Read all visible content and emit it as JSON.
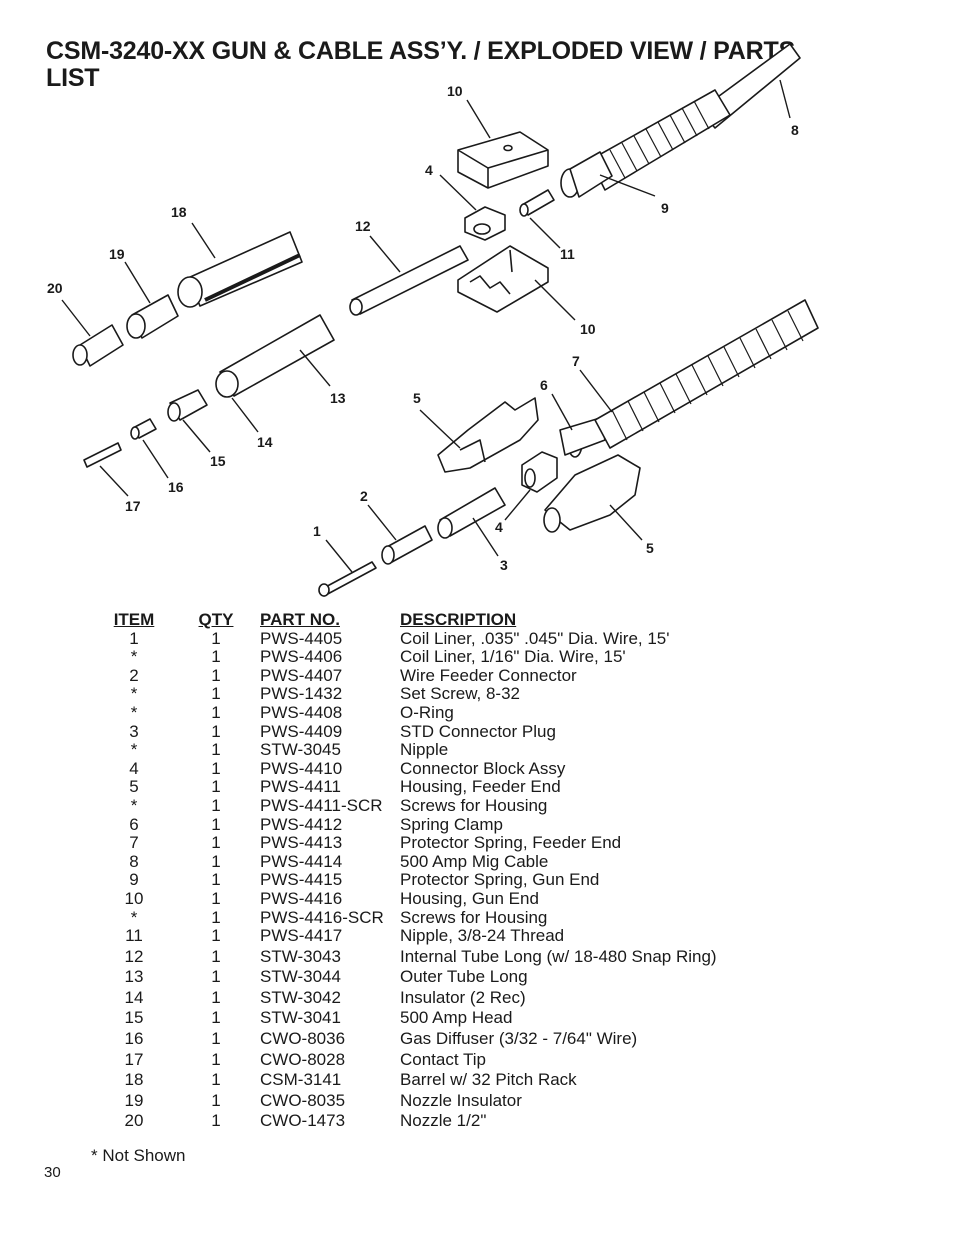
{
  "title": "CSM-3240-XX GUN & CABLE ASS’Y. / EXPLODED VIEW / PARTS LIST",
  "diagram_callouts": {
    "c1": "1",
    "c2": "2",
    "c3": "3",
    "c4a": "4",
    "c4b": "4",
    "c5a": "5",
    "c5b": "5",
    "c6": "6",
    "c7": "7",
    "c8": "8",
    "c9": "9",
    "c10a": "10",
    "c10b": "10",
    "c11": "11",
    "c12": "12",
    "c13": "13",
    "c14": "14",
    "c15": "15",
    "c16": "16",
    "c17": "17",
    "c18": "18",
    "c19": "19",
    "c20": "20"
  },
  "parts_table": {
    "headers": {
      "item": "ITEM",
      "qty": "QTY",
      "part": "PART NO.",
      "desc": "DESCRIPTION"
    },
    "rows": [
      {
        "item": "1",
        "qty": "1",
        "part": "PWS-4405",
        "desc": "Coil Liner, .035\" .045\" Dia. Wire, 15'"
      },
      {
        "item": "*",
        "qty": "1",
        "part": "PWS-4406",
        "desc": "Coil Liner, 1/16\" Dia. Wire, 15'"
      },
      {
        "item": "2",
        "qty": "1",
        "part": "PWS-4407",
        "desc": "Wire Feeder Connector"
      },
      {
        "item": "*",
        "qty": "1",
        "part": "PWS-1432",
        "desc": "Set Screw, 8-32"
      },
      {
        "item": "*",
        "qty": "1",
        "part": "PWS-4408",
        "desc": "O-Ring"
      },
      {
        "item": "3",
        "qty": "1",
        "part": "PWS-4409",
        "desc": "STD Connector Plug"
      },
      {
        "item": "*",
        "qty": "1",
        "part": "STW-3045",
        "desc": "Nipple"
      },
      {
        "item": "4",
        "qty": "1",
        "part": "PWS-4410",
        "desc": "Connector Block Assy"
      },
      {
        "item": "5",
        "qty": "1",
        "part": "PWS-4411",
        "desc": "Housing, Feeder End"
      },
      {
        "item": "*",
        "qty": "1",
        "part": "PWS-4411-SCR",
        "desc": "Screws for Housing"
      },
      {
        "item": "6",
        "qty": "1",
        "part": "PWS-4412",
        "desc": "Spring Clamp"
      },
      {
        "item": "7",
        "qty": "1",
        "part": "PWS-4413",
        "desc": "Protector Spring, Feeder End"
      },
      {
        "item": "8",
        "qty": "1",
        "part": "PWS-4414",
        "desc": "500 Amp Mig Cable"
      },
      {
        "item": "9",
        "qty": "1",
        "part": "PWS-4415",
        "desc": "Protector Spring, Gun End"
      },
      {
        "item": "10",
        "qty": "1",
        "part": "PWS-4416",
        "desc": "Housing, Gun End"
      },
      {
        "item": "*",
        "qty": "1",
        "part": "PWS-4416-SCR",
        "desc": "Screws for Housing"
      },
      {
        "item": "11",
        "qty": "1",
        "part": "PWS-4417",
        "desc": "Nipple, 3/8-24 Thread"
      },
      {
        "item": "12",
        "qty": "1",
        "part": "STW-3043",
        "desc": "Internal Tube Long (w/ 18-480 Snap Ring)"
      },
      {
        "item": "13",
        "qty": "1",
        "part": "STW-3044",
        "desc": "Outer Tube Long"
      },
      {
        "item": "14",
        "qty": "1",
        "part": "STW-3042",
        "desc": "Insulator (2 Rec)"
      },
      {
        "item": "15",
        "qty": "1",
        "part": "STW-3041",
        "desc": "500 Amp Head"
      },
      {
        "item": "16",
        "qty": "1",
        "part": "CWO-8036",
        "desc": "Gas Diffuser (3/32 - 7/64\" Wire)"
      },
      {
        "item": "17",
        "qty": "1",
        "part": "CWO-8028",
        "desc": "Contact Tip"
      },
      {
        "item": "18",
        "qty": "1",
        "part": "CSM-3141",
        "desc": "Barrel w/ 32 Pitch Rack"
      },
      {
        "item": "19",
        "qty": "1",
        "part": "CWO-8035",
        "desc": "Nozzle Insulator"
      },
      {
        "item": "20",
        "qty": "1",
        "part": "CWO-1473",
        "desc": "Nozzle 1/2\""
      }
    ]
  },
  "footnote": "* Not Shown",
  "page_number": "30"
}
